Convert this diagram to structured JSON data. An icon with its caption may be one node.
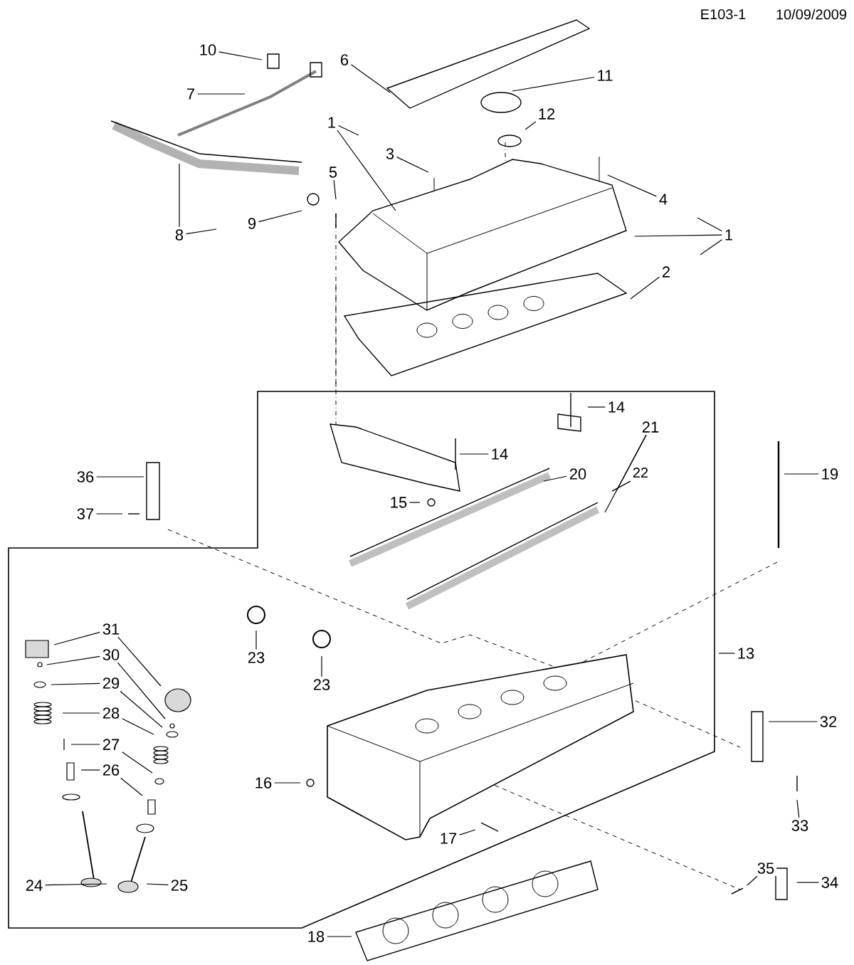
{
  "diagram": {
    "nodes": [
      {
        "text": [
          "10"
        ]
      },
      {
        "text": [
          "7"
        ]
      },
      {
        "text": [
          "6"
        ]
      },
      {
        "text": [
          "11"
        ]
      },
      {
        "text": [
          "12"
        ]
      },
      {
        "text": [
          "1"
        ]
      },
      {
        "text": [
          "3"
        ]
      },
      {
        "text": [
          "5"
        ]
      },
      {
        "text": [
          "4"
        ]
      },
      {
        "text": [
          "1"
        ]
      },
      {
        "text": [
          "2"
        ]
      },
      {
        "text": [
          "9"
        ]
      },
      {
        "text": [
          "8"
        ]
      },
      {
        "text": [
          "14"
        ]
      },
      {
        "text": [
          "14"
        ]
      },
      {
        "text": [
          "21"
        ]
      },
      {
        "text": [
          "20"
        ]
      },
      {
        "text": [
          "15"
        ]
      },
      {
        "text": [
          "19"
        ]
      },
      {
        "text": [
          "36"
        ]
      },
      {
        "text": [
          "37"
        ]
      },
      {
        "text": [
          "31"
        ]
      },
      {
        "text": [
          "30"
        ]
      },
      {
        "text": [
          "29"
        ]
      },
      {
        "text": [
          "28"
        ]
      },
      {
        "text": [
          "27"
        ]
      },
      {
        "text": [
          "26"
        ]
      },
      {
        "text": [
          "23"
        ]
      },
      {
        "text": [
          "13"
        ]
      },
      {
        "text": [
          "23"
        ]
      },
      {
        "text": [
          "32"
        ]
      },
      {
        "text": [
          "16"
        ]
      },
      {
        "text": [
          "33"
        ]
      },
      {
        "text": [
          "17"
        ]
      },
      {
        "text": [
          "35"
        ]
      },
      {
        "text": [
          "34"
        ]
      },
      {
        "text": [
          "24"
        ]
      },
      {
        "text": [
          "25"
        ]
      },
      {
        "text": [
          "18"
        ]
      }
    ],
    "edges": [
      {
        "from": 0,
        "to": null,
        "arrow": "none"
      },
      {
        "from": 1,
        "to": null,
        "arrow": "none"
      },
      {
        "from": 2,
        "to": null,
        "arrow": "none"
      },
      {
        "from": 3,
        "to": null,
        "arrow": "none"
      },
      {
        "from": 4,
        "to": null,
        "arrow": "none"
      },
      {
        "from": 5,
        "to": null,
        "arrow": "none"
      },
      {
        "from": 5,
        "to": null,
        "arrow": "none"
      },
      {
        "from": 6,
        "to": null,
        "arrow": "none"
      },
      {
        "from": 7,
        "to": null,
        "arrow": "none"
      },
      {
        "from": 8,
        "to": null,
        "arrow": "none"
      },
      {
        "from": 9,
        "to": null,
        "arrow": "none"
      },
      {
        "from": 9,
        "to": null,
        "arrow": "none"
      },
      {
        "from": 9,
        "to": null,
        "arrow": "none"
      },
      {
        "from": 10,
        "to": null,
        "arrow": "none"
      },
      {
        "from": 11,
        "to": null,
        "arrow": "none"
      },
      {
        "from": 12,
        "to": null,
        "arrow": "none"
      },
      {
        "from": 12,
        "to": null,
        "arrow": "none"
      },
      {
        "from": 13,
        "to": null,
        "arrow": "none"
      },
      {
        "from": 14,
        "to": null,
        "arrow": "none"
      },
      {
        "from": 15,
        "to": null,
        "arrow": "none"
      },
      {
        "from": 15,
        "to": null,
        "arrow": "none"
      },
      {
        "from": 16,
        "to": null,
        "arrow": "none"
      },
      {
        "from": 17,
        "to": null,
        "arrow": "none"
      },
      {
        "from": 18,
        "to": null,
        "arrow": "none"
      },
      {
        "from": 19,
        "to": null,
        "arrow": "none"
      },
      {
        "from": 20,
        "to": null,
        "arrow": "none"
      },
      {
        "from": 21,
        "to": null,
        "arrow": "none"
      },
      {
        "from": 21,
        "to": null,
        "arrow": "none"
      },
      {
        "from": 22,
        "to": null,
        "arrow": "none"
      },
      {
        "from": 22,
        "to": null,
        "arrow": "none"
      },
      {
        "from": 23,
        "to": null,
        "arrow": "none"
      },
      {
        "from": 23,
        "to": null,
        "arrow": "none"
      },
      {
        "from": 24,
        "to": null,
        "arrow": "none"
      },
      {
        "from": 24,
        "to": null,
        "arrow": "none"
      },
      {
        "from": 25,
        "to": null,
        "arrow": "none"
      },
      {
        "from": 25,
        "to": null,
        "arrow": "none"
      },
      {
        "from": 26,
        "to": null,
        "arrow": "none"
      },
      {
        "from": 26,
        "to": null,
        "arrow": "none"
      },
      {
        "from": 27,
        "to": null,
        "arrow": "none"
      },
      {
        "from": 28,
        "to": null,
        "arrow": "none"
      },
      {
        "from": 29,
        "to": null,
        "arrow": "none"
      },
      {
        "from": 30,
        "to": null,
        "arrow": "none"
      },
      {
        "from": 31,
        "to": null,
        "arrow": "none"
      },
      {
        "from": 32,
        "to": null,
        "arrow": "none"
      },
      {
        "from": 33,
        "to": null,
        "arrow": "none"
      },
      {
        "from": 34,
        "to": null,
        "arrow": "none"
      },
      {
        "from": 35,
        "to": null,
        "arrow": "none"
      },
      {
        "from": 36,
        "to": null,
        "arrow": "none"
      },
      {
        "from": 37,
        "to": null,
        "arrow": "none"
      },
      {
        "from": 38,
        "to": null,
        "arrow": "none"
      }
    ],
    "labels": [
      "E103-1",
      "10/09/2009",
      "22"
    ]
  }
}
